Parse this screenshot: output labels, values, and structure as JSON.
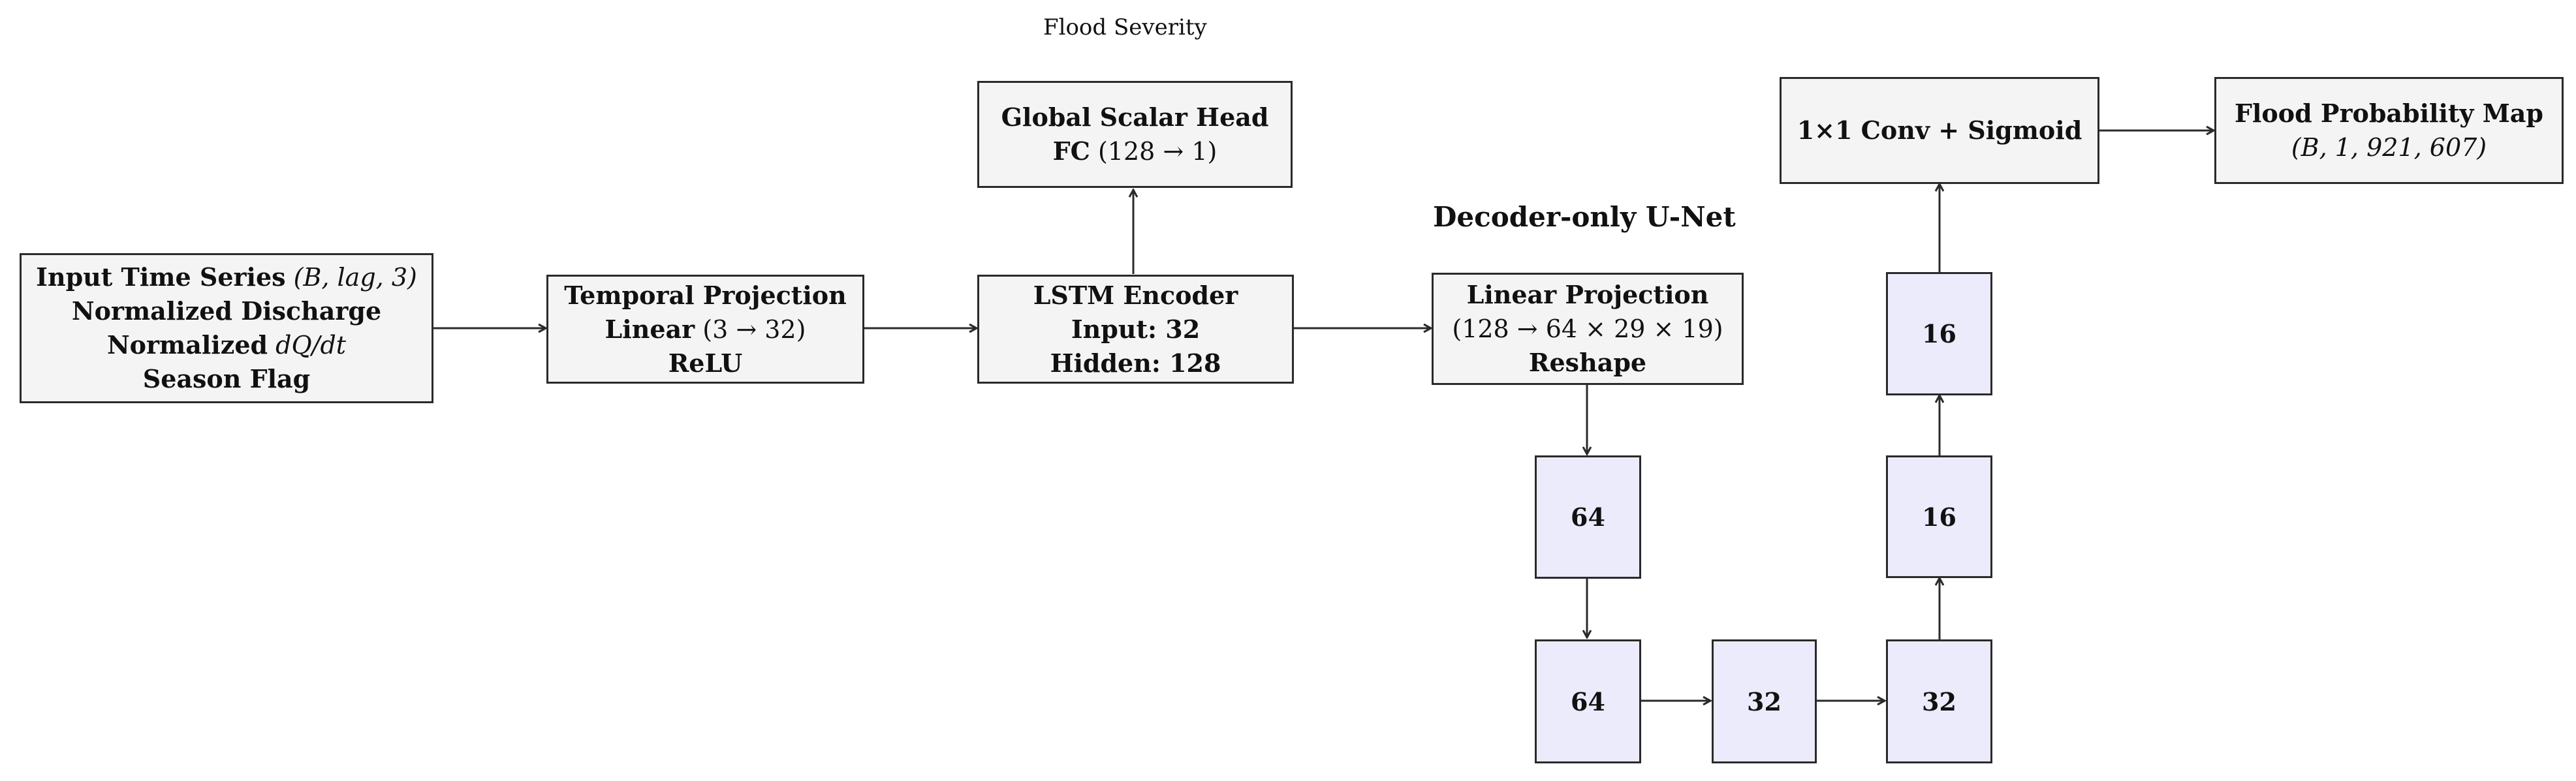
{
  "header_label": "Flood Severity",
  "section_label": "Decoder-only U-Net",
  "input_box": {
    "line1_a": "Input Time Series",
    "line1_b": "(B, lag, 3)",
    "line2": "Normalized Discharge",
    "line3_a": "Normalized",
    "line3_b": "dQ/dt",
    "line4": "Season Flag"
  },
  "temporal_box": {
    "line1": "Temporal Projection",
    "line2_a": "Linear",
    "line2_b": "(3 → 32)",
    "line3": "ReLU"
  },
  "lstm_box": {
    "line1": "LSTM Encoder",
    "line2": "Input: 32",
    "line3": "Hidden: 128"
  },
  "scalar_head_box": {
    "line1": "Global Scalar Head",
    "line2_a": "FC",
    "line2_b": "(128 → 1)"
  },
  "linear_proj_box": {
    "line1": "Linear Projection",
    "line2": "(128 → 64 × 29 × 19)",
    "line3": "Reshape"
  },
  "conv_box": {
    "line1": "1×1 Conv + Sigmoid"
  },
  "output_box": {
    "line1": "Flood Probability Map",
    "line2": "(B, 1, 921, 607)"
  },
  "decoder_blocks": {
    "down1": "64",
    "down2": "64",
    "bottom": "32",
    "up1": "32",
    "up2": "16",
    "up3": "16"
  }
}
